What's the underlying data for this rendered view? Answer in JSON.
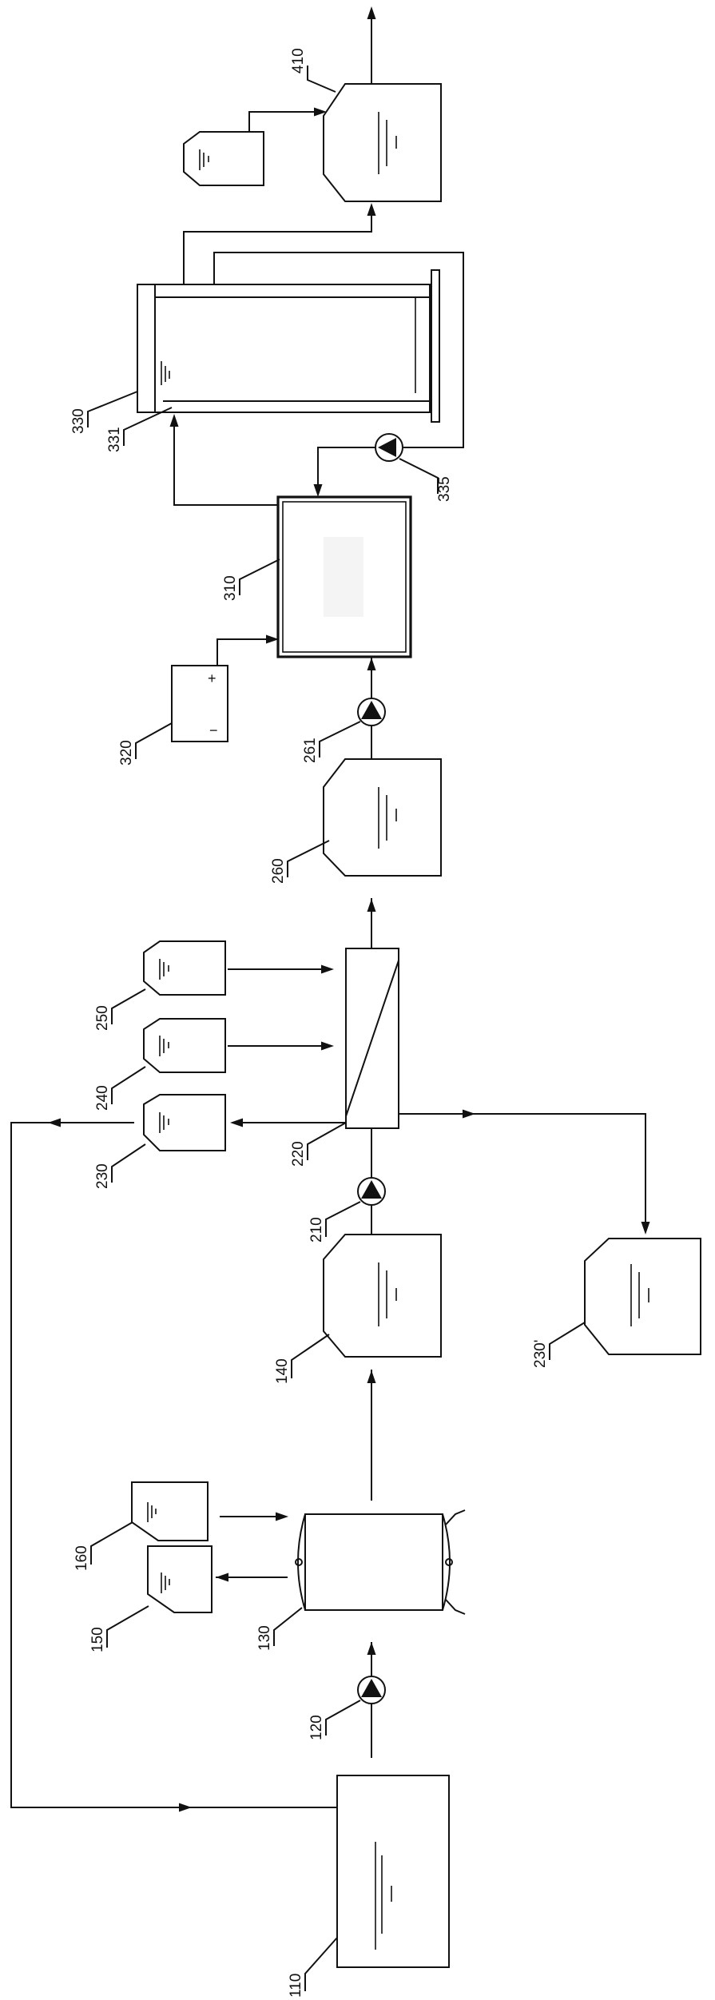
{
  "labels": {
    "l110": "110",
    "l120": "120",
    "l130": "130",
    "l140": "140",
    "l150": "150",
    "l160": "160",
    "l210": "210",
    "l220": "220",
    "l230": "230",
    "l230p": "230'",
    "l240": "240",
    "l250": "250",
    "l260": "260",
    "l261": "261",
    "l310": "310",
    "l320": "320",
    "l330": "330",
    "l331": "331",
    "l335": "335",
    "l410": "410"
  },
  "power_supply": {
    "plus": "+",
    "minus": "−"
  }
}
